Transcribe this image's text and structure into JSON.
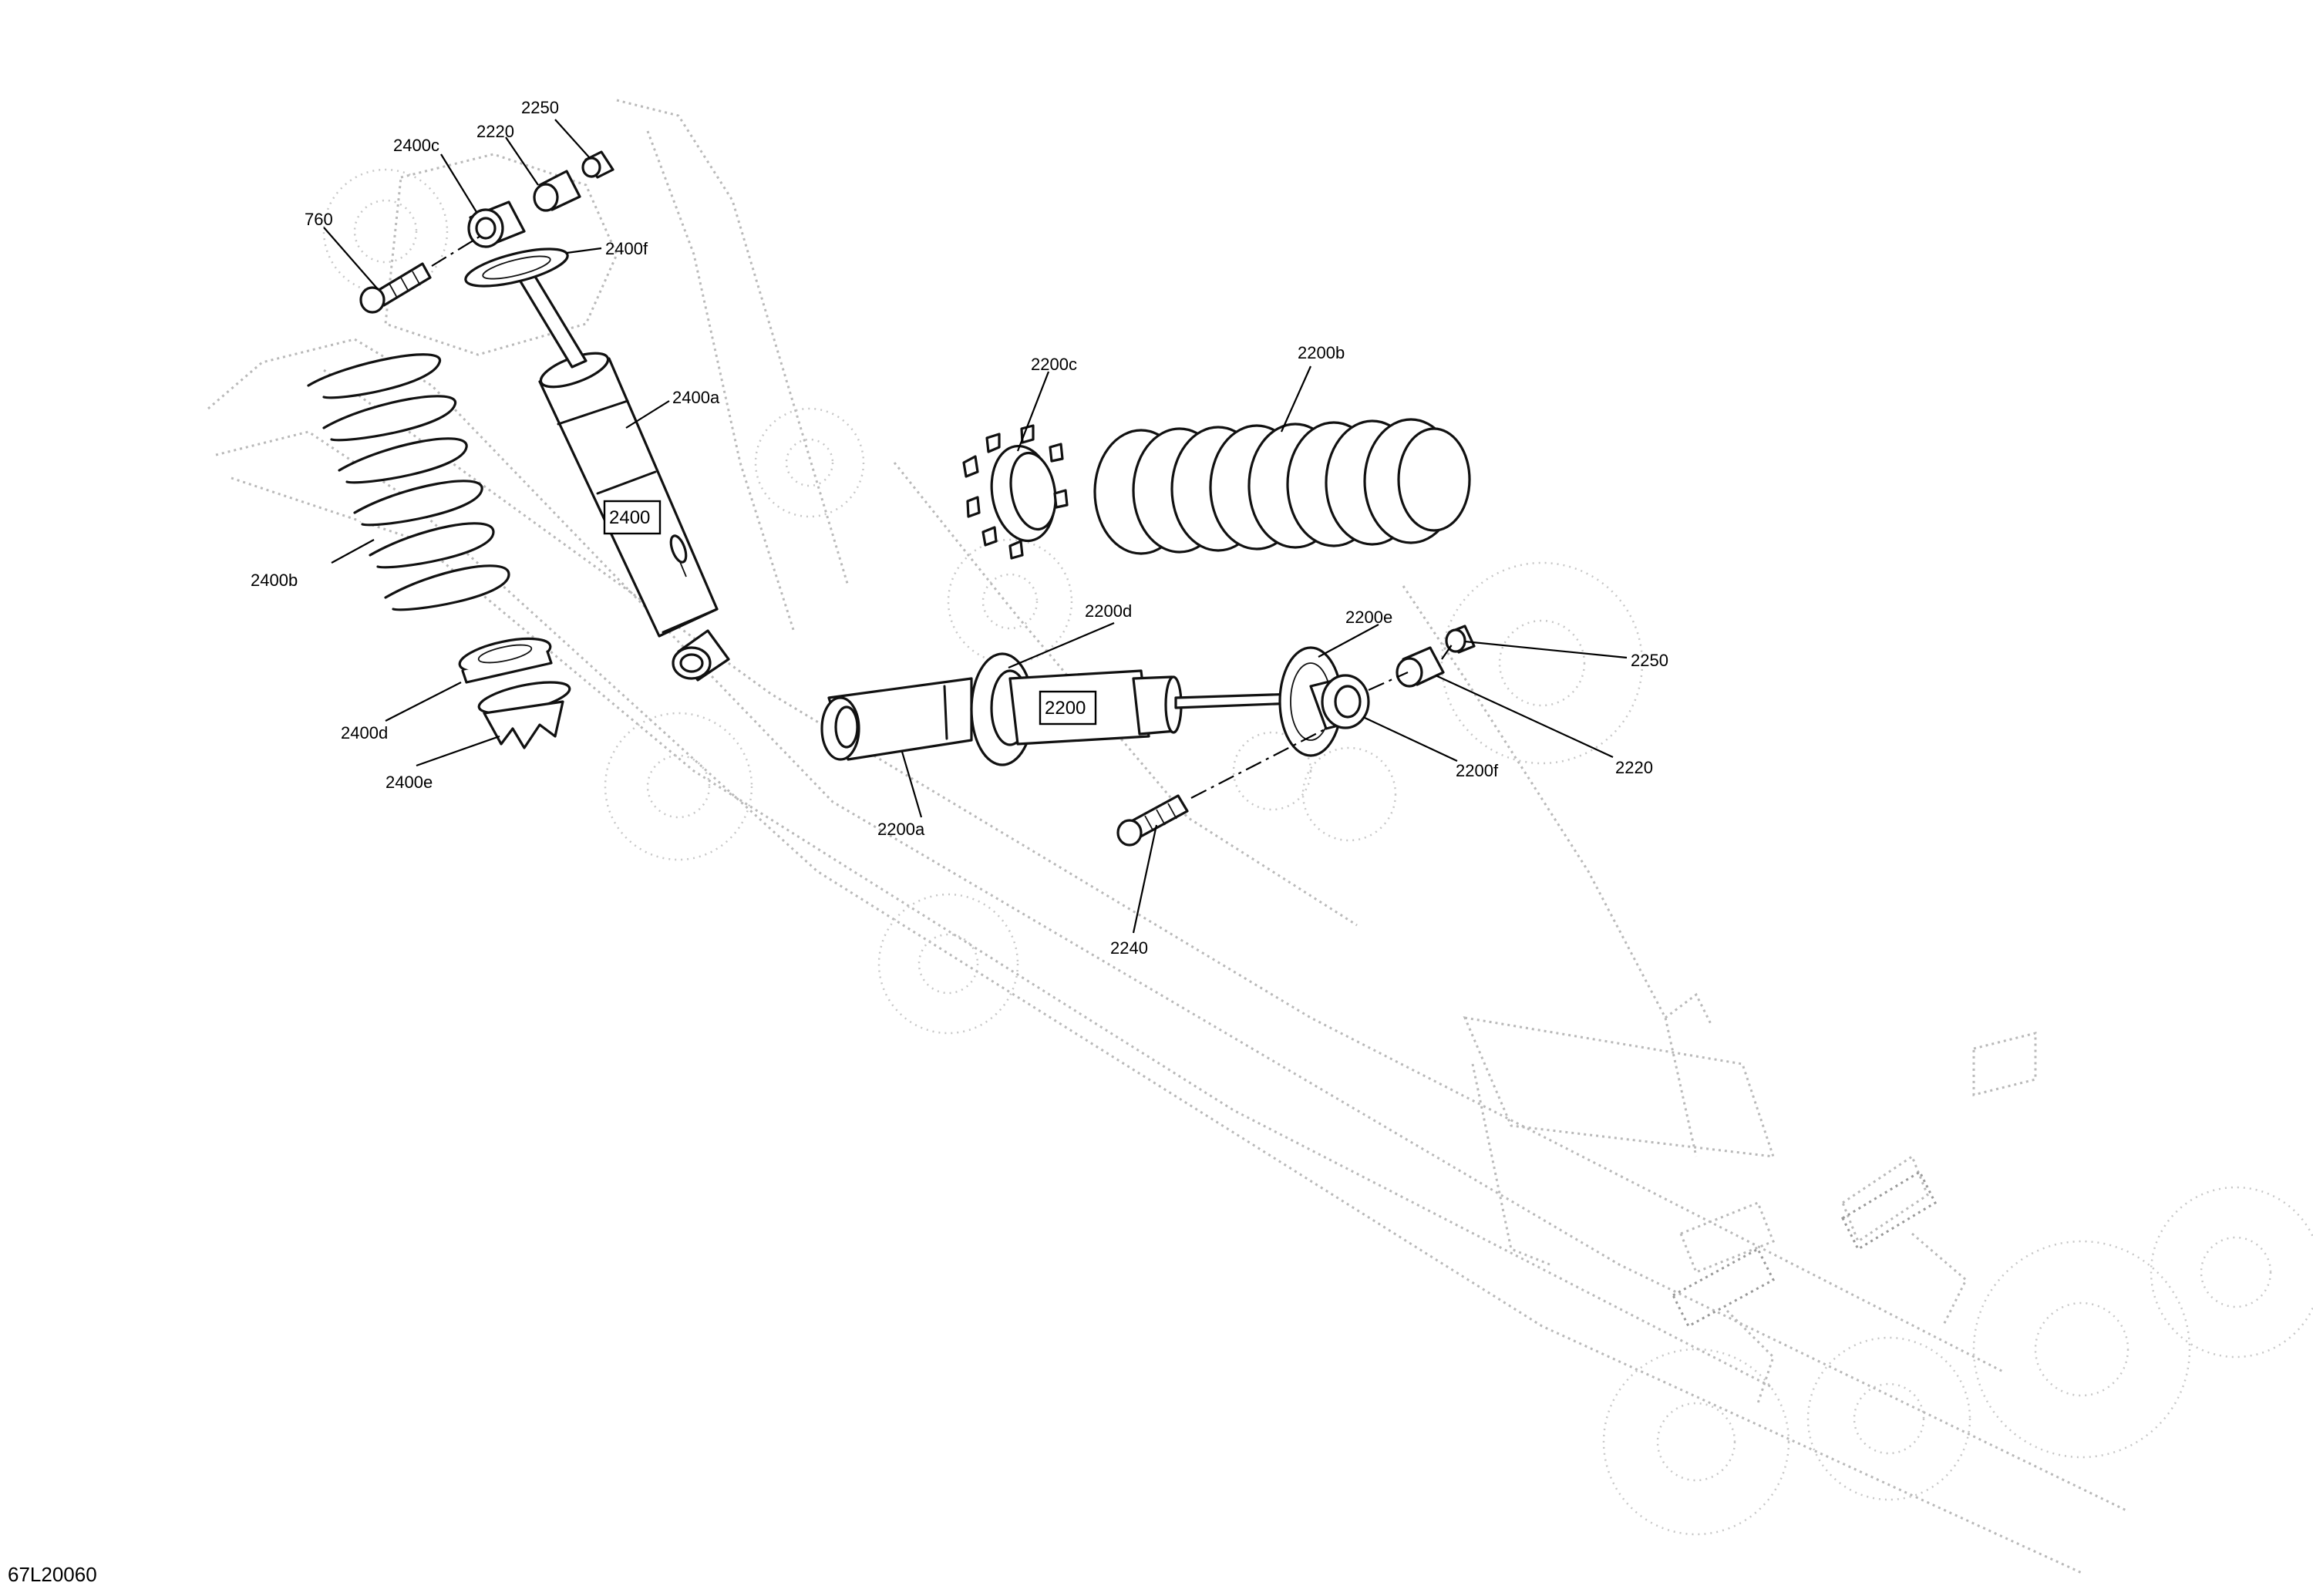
{
  "drawing": {
    "number": "67L20060",
    "labels": {
      "l2250_top": "2250",
      "l2220_top": "2220",
      "l2400c": "2400c",
      "l760": "760",
      "l2400f": "2400f",
      "l2400a": "2400a",
      "l2400": "2400",
      "l2400b": "2400b",
      "l2400d": "2400d",
      "l2400e": "2400e",
      "l2200c": "2200c",
      "l2200b": "2200b",
      "l2200d": "2200d",
      "l2200e": "2200e",
      "l2200": "2200",
      "l2250_right": "2250",
      "l2220_right": "2220",
      "l2200f": "2200f",
      "l2200a": "2200a",
      "l2240": "2240"
    }
  }
}
